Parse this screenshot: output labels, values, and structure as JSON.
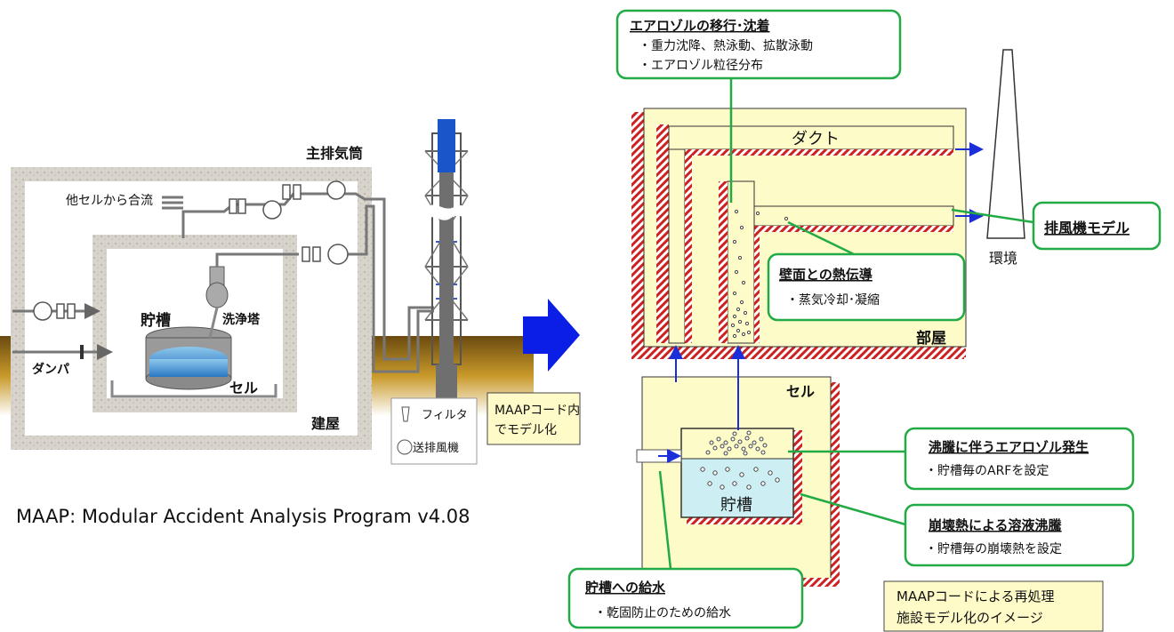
{
  "left_diagram": {
    "main_stack": "主排気筒",
    "merge_from_cells": "他セルから合流",
    "storage_tank": "貯槽",
    "scrubber": "洗浄塔",
    "damper": "ダンパ",
    "cell": "セル",
    "building": "建屋",
    "legend_filter": "フィルタ",
    "legend_blower": "送排風機"
  },
  "maap_caption": "MAAP: Modular Accident Analysis Program v4.08",
  "model_note": {
    "line1": "MAAPコード内",
    "line2": "でモデル化"
  },
  "right_diagram": {
    "duct": "ダクト",
    "room": "部屋",
    "cell": "セル",
    "tank": "貯槽",
    "environment": "環境"
  },
  "callouts": {
    "aerosol_transport": {
      "title": "エアロゾルの移行･沈着",
      "line1": "・重力沈降、熱泳動、拡散泳動",
      "line2": "・エアロゾル粒径分布"
    },
    "exhaust_fan": {
      "title": "排風機モデル"
    },
    "wall_heat": {
      "title": "壁面との熱伝導",
      "line1": "・蒸気冷却･凝縮"
    },
    "boiling_aerosol": {
      "title": "沸騰に伴うエアロゾル発生",
      "line1": "・貯槽毎のARFを設定"
    },
    "decay_heat": {
      "title": "崩壊熱による溶液沸騰",
      "line1": "・貯槽毎の崩壊熱を設定"
    },
    "water_supply": {
      "title": "貯槽への給水",
      "line1": "・乾固防止のための給水"
    }
  },
  "image_note": {
    "line1": "MAAPコードによる再処理",
    "line2": "施設モデル化のイメージ"
  },
  "colors": {
    "callout_border": "#22aa44",
    "wall_hatch": "#cc2222",
    "room_fill": "#fdfbc8",
    "arrow_blue": "#1a2fd8",
    "tank_liquid": "#cdeff4",
    "big_arrow": "#0a1ee6"
  }
}
